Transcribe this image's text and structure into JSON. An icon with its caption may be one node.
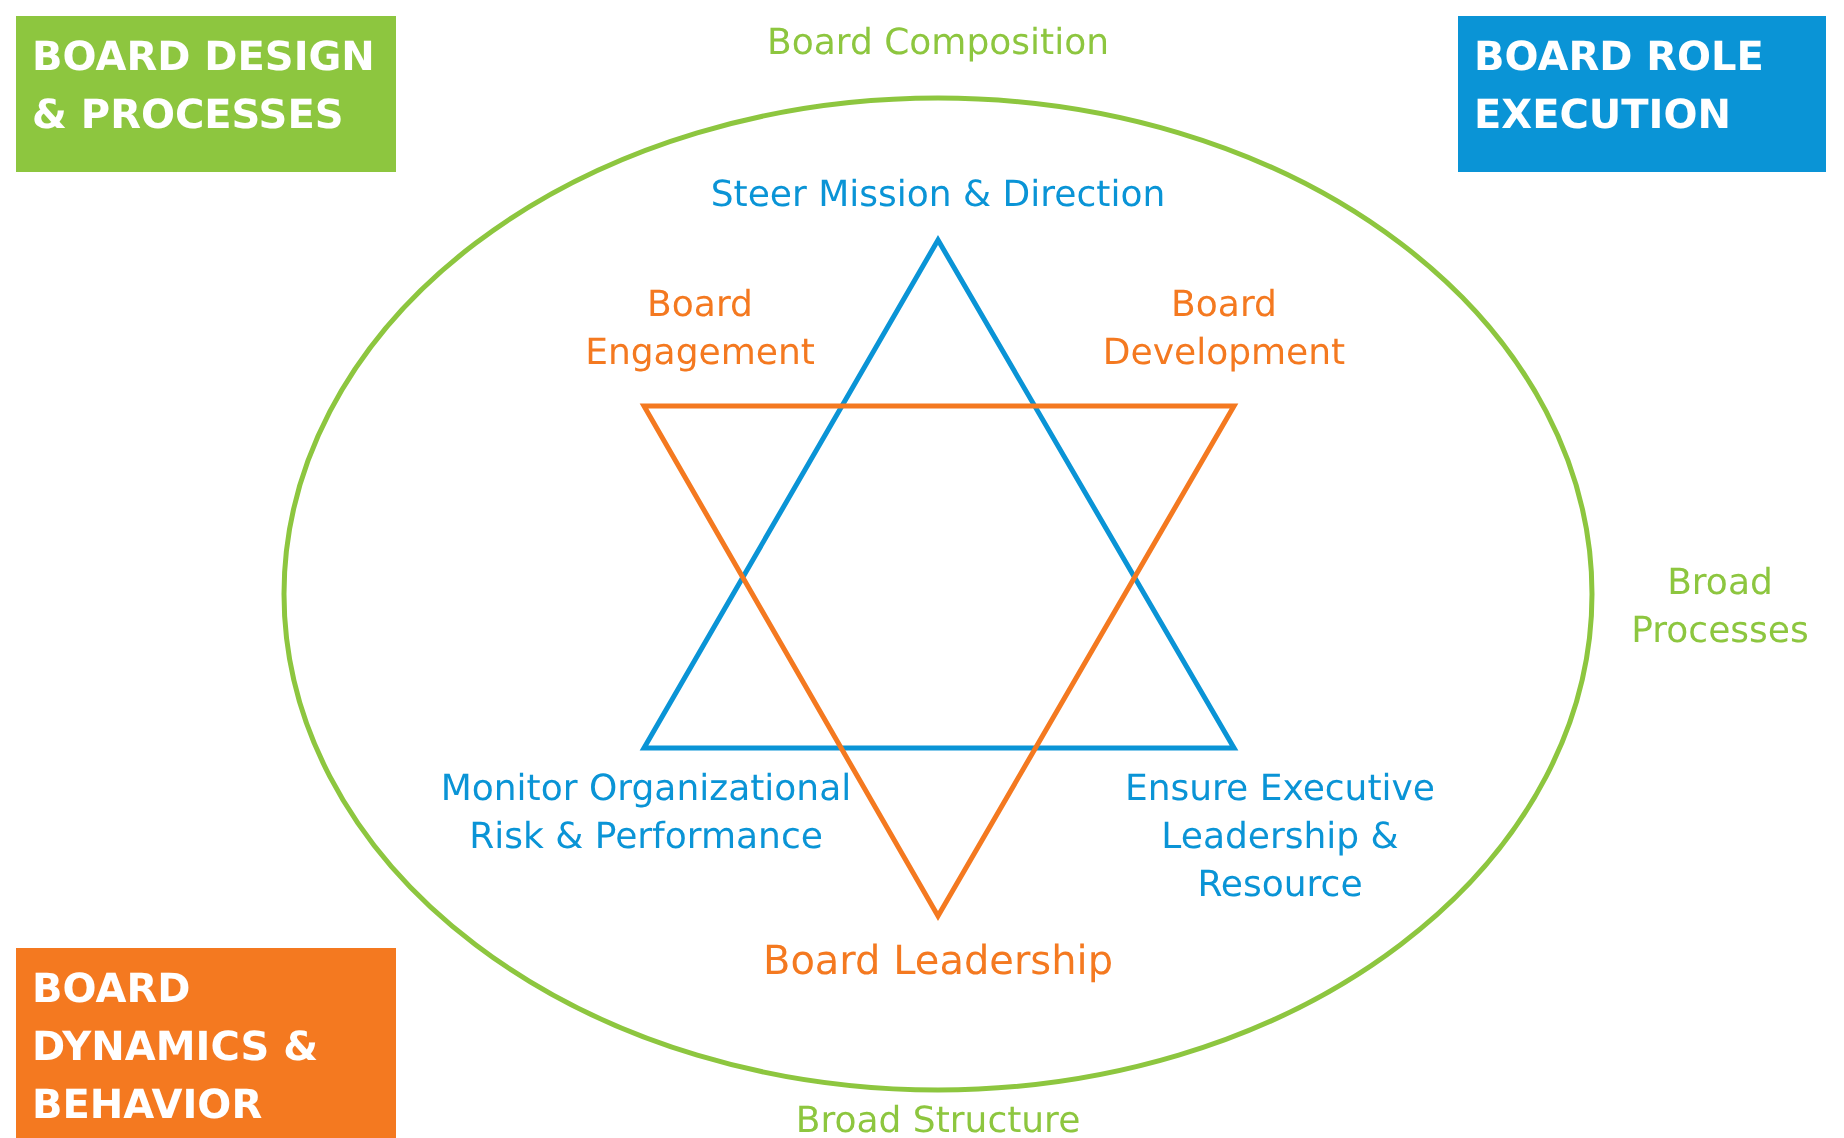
{
  "diagram": {
    "nodes": [
      {
        "text": [
          "BOARD DESIGN & PROCESSES"
        ]
      },
      {
        "text": [
          "BOARD ROLE EXECUTION"
        ]
      },
      {
        "text": [
          "BOARD DYNAMICS & BEHAVIOR"
        ]
      }
    ],
    "labels": [
      "Board Composition",
      "Steer Mission & Direction",
      "Board Engagement",
      "Board Development",
      "Broad Processes",
      "Monitor Organizational Risk & Performance",
      "Ensure Executive Leadership & Resource",
      "Board Leadership",
      "Broad Structure"
    ]
  }
}
